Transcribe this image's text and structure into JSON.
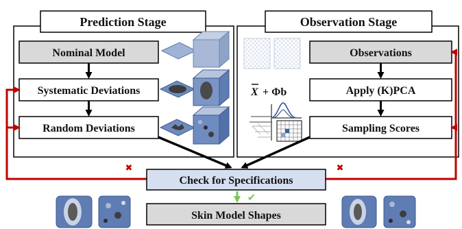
{
  "stages": {
    "prediction": "Prediction Stage",
    "observation": "Observation Stage"
  },
  "prediction_boxes": {
    "nominal": "Nominal Model",
    "systematic": "Systematic Deviations",
    "random": "Random Deviations"
  },
  "observation_boxes": {
    "observations": "Observations",
    "pca": "Apply (K)PCA",
    "sampling": "Sampling Scores"
  },
  "formula": {
    "xbar": "X",
    "rest": "+ Φb"
  },
  "check": "Check for Specifications",
  "output": "Skin Model Shapes",
  "marks": {
    "reject": "✖",
    "accept": "✔"
  },
  "colors": {
    "gray_box": "#d9d9d9",
    "blue_box": "#d6dff0",
    "feedback": "#c00000",
    "accept": "#7cc35a",
    "shape_blue": "#4a6aa8",
    "shape_light": "#c9d3e6"
  },
  "icons": [
    "plate-icon",
    "cube-icon",
    "pointcloud-icon",
    "distribution-icon",
    "skin-shape-icon"
  ]
}
